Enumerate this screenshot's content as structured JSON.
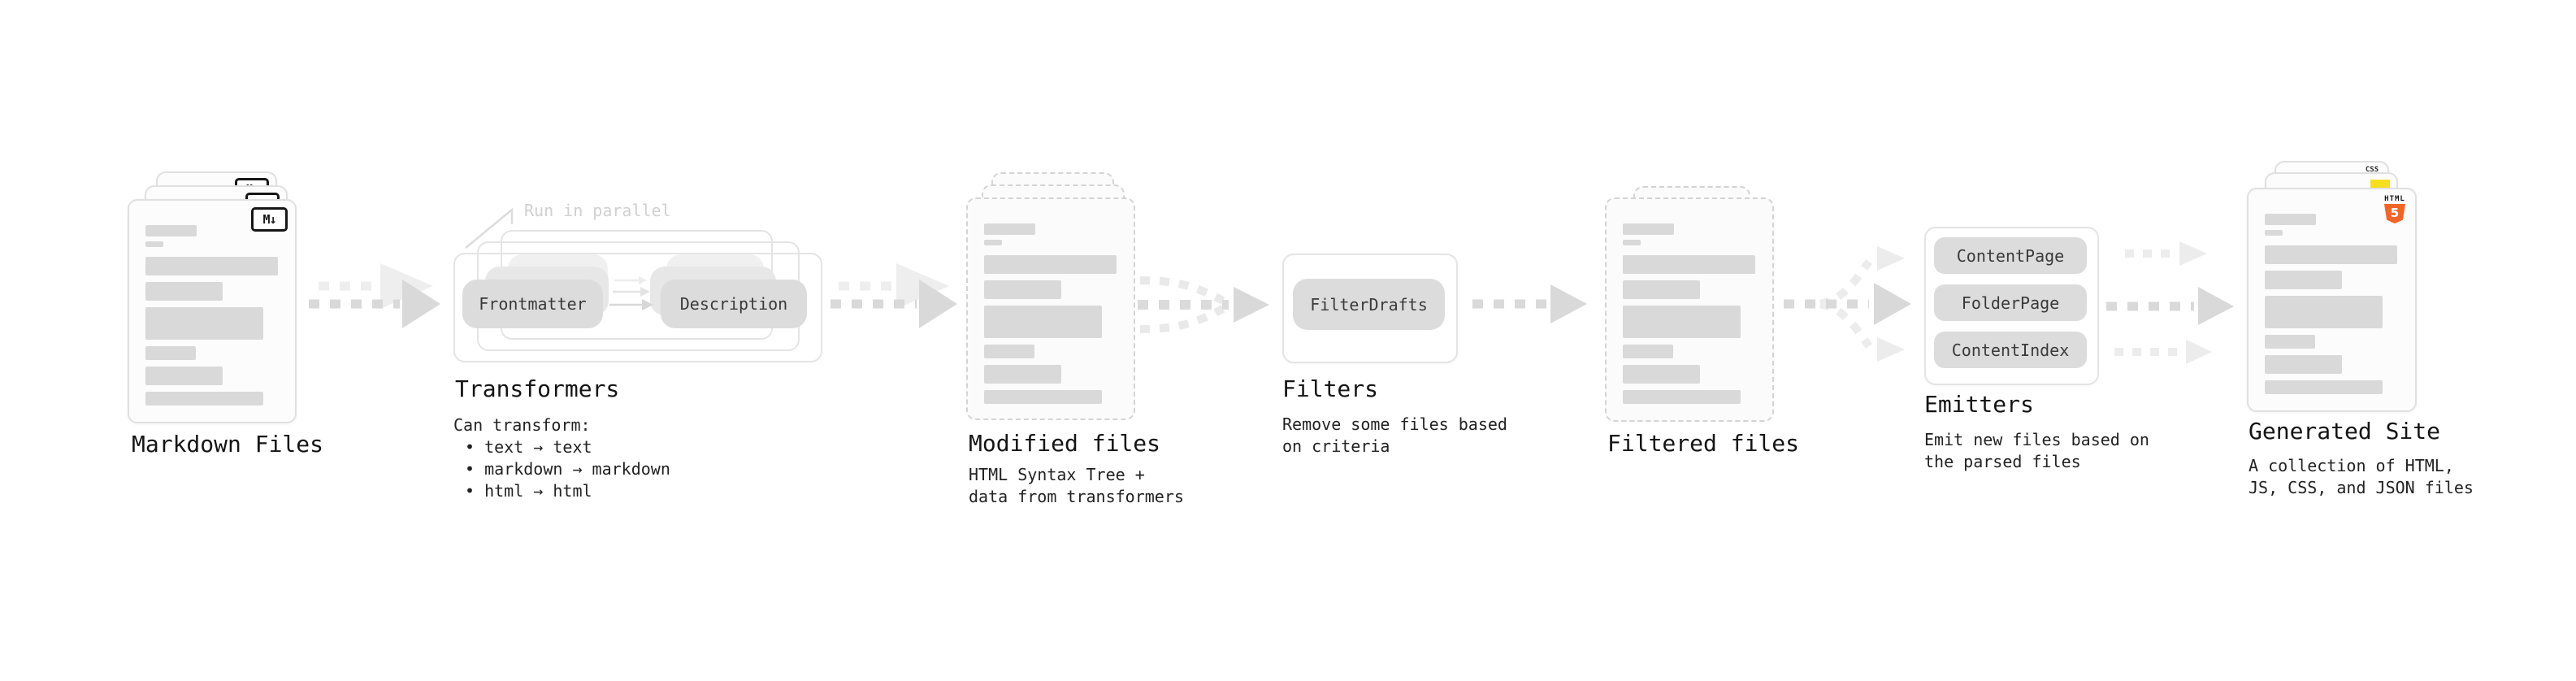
{
  "nodes": {
    "markdown": {
      "label": "Markdown Files",
      "badge": "M↓"
    },
    "transformers": {
      "label": "Transformers",
      "annotation": "Run in parallel",
      "pills": [
        "Frontmatter",
        "Description"
      ],
      "desc": "Can transform:",
      "bullets": [
        "• text → text",
        "• markdown → markdown",
        "• html → html"
      ]
    },
    "modified": {
      "label": "Modified files",
      "desc": [
        "HTML Syntax Tree +",
        "data from transformers"
      ]
    },
    "filters": {
      "label": "Filters",
      "pills": [
        "FilterDrafts"
      ],
      "desc": [
        "Remove some files based",
        "on criteria"
      ]
    },
    "filtered": {
      "label": "Filtered files"
    },
    "emitters": {
      "label": "Emitters",
      "pills": [
        "ContentPage",
        "FolderPage",
        "ContentIndex"
      ],
      "desc": [
        "Emit new files based on",
        "the parsed files"
      ]
    },
    "generated": {
      "label": "Generated Site",
      "desc": [
        "A collection of HTML,",
        "JS, CSS, and JSON files"
      ],
      "badges": {
        "html_word": "HTML",
        "html_num": "5",
        "css": "CSS"
      }
    }
  },
  "colors": {
    "html5_orange": "#f16529",
    "js_yellow": "#f7df1e",
    "css_blue": "#2965f1",
    "placeholder_bar": "#d9d9d9",
    "pill_gray": "#dcdcdc",
    "arrow_dark": "#d9d9d9",
    "arrow_light": "#ededed",
    "text_dark": "#141414",
    "annotation_gray": "#d0d0d0"
  }
}
